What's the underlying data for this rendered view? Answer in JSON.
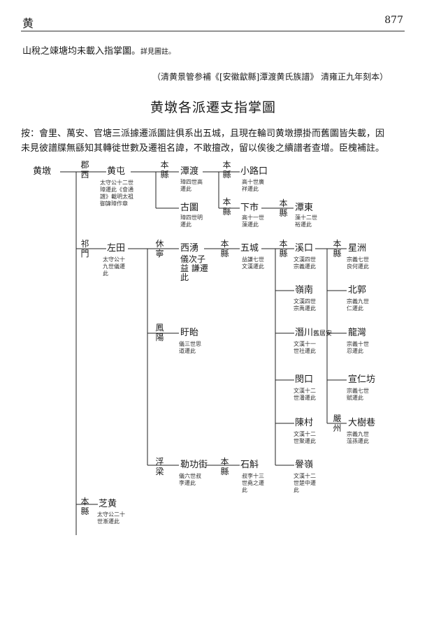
{
  "header": {
    "section": "黄",
    "page_number": "877"
  },
  "intro": {
    "main": "山稅之竦塘均未載入指掌圖。",
    "note": "詳見圖註。"
  },
  "source_line": "（清黄景管参補《[安徽歙縣]潭渡黄氏族譜》 清雍正九年刻本）",
  "title": "黄墩各派遷支指掌圖",
  "body_lines": [
    "按：會里、萬安、官塘三派據遷派圖註俱系出五城，且現在輪司黄墩摽掛而舊圖皆失載，因",
    "未見彼譜牒無繇知其轉徙世數及遷祖名諱，不敢擅改，留以俟後之續譜者查增。臣槐補註。"
  ],
  "chart": {
    "root": "黄墩",
    "places": {
      "郡西": "郡西",
      "祁門": "祁門",
      "本縣_bottom": "本縣",
      "本縣_a": "本縣",
      "本縣_b": "本縣",
      "本縣_c": "本縣",
      "休寧": "休寧",
      "本縣_d": "本縣",
      "本縣_e": "本縣",
      "本縣_f": "本縣",
      "鳳陽": "鳳陽",
      "浮梁": "浮梁",
      "本縣_g": "本縣",
      "嚴州": "嚴州"
    },
    "names": {
      "huangtun": "黄屯",
      "tandu": "潭渡",
      "xiaolukou": "小路口",
      "guguo": "古圖",
      "xiashi": "下市",
      "tandong": "潭東",
      "zuotian": "左田",
      "xixiong": "西湧",
      "wucheng": "五城",
      "xikou": "溪口",
      "xingzhou": "星洲",
      "lingnan": "嶺南",
      "beiguo": "北郭",
      "xunchuan": "潛川",
      "jiujuan": "舊居安",
      "longwan": "龍灣",
      "xuyi": "盱眙",
      "minkou": "閔口",
      "xuanrenfang": "宣仁坊",
      "chencun": "陳村",
      "dashuxiang": "大樹巷",
      "qingonjie": "勒功街",
      "shiwan": "石斛",
      "xuelinn": "譽嶺",
      "zhihuang": "芝黄"
    },
    "notes": {
      "huangtun": "太守公十二世 璋遷此《會通 譜》載明太祖 御諱璋作章",
      "tandu": "璋四世高 遷此",
      "xiaolukou": "高十世廣 祥遷此",
      "guguo": "璋四世明 遷此",
      "xiashi": "高十一世 藻遷此",
      "tandong": "藻十二世 裕遷此",
      "zuotian": "太守公十 九世儀遷 此",
      "xixiong_sub": "儀次子益 謙遷此",
      "wucheng": "益謙七世 文漢遷此",
      "xikou": "文漢四世 宗義遷此",
      "xingzhou": "宗義七世 良何遷此",
      "lingnan": "文漢四世 宗禹遷此",
      "beiguo": "宗義九世 仁遷此",
      "xunchuan": "文漢十一 世社遷此",
      "longwan": "宗義十世 忍遷此",
      "xuyi": "儀三世思 道遷此",
      "minkou": "文漢十二 世潘遷此",
      "xuanrenfang": "宗義七世 赋遷此",
      "chencun": "文漢十二 世聚遷此",
      "dashuxiang": "宗義九世 蕰孫遷此",
      "qingonjie": "儀六世叔 李遷此",
      "shiwan": "叔李十三 世堯之遷 此",
      "xuelinn": "文漢十二 世楚中遷 此",
      "zhihuang": "太守公二十 世漸遷此"
    }
  }
}
